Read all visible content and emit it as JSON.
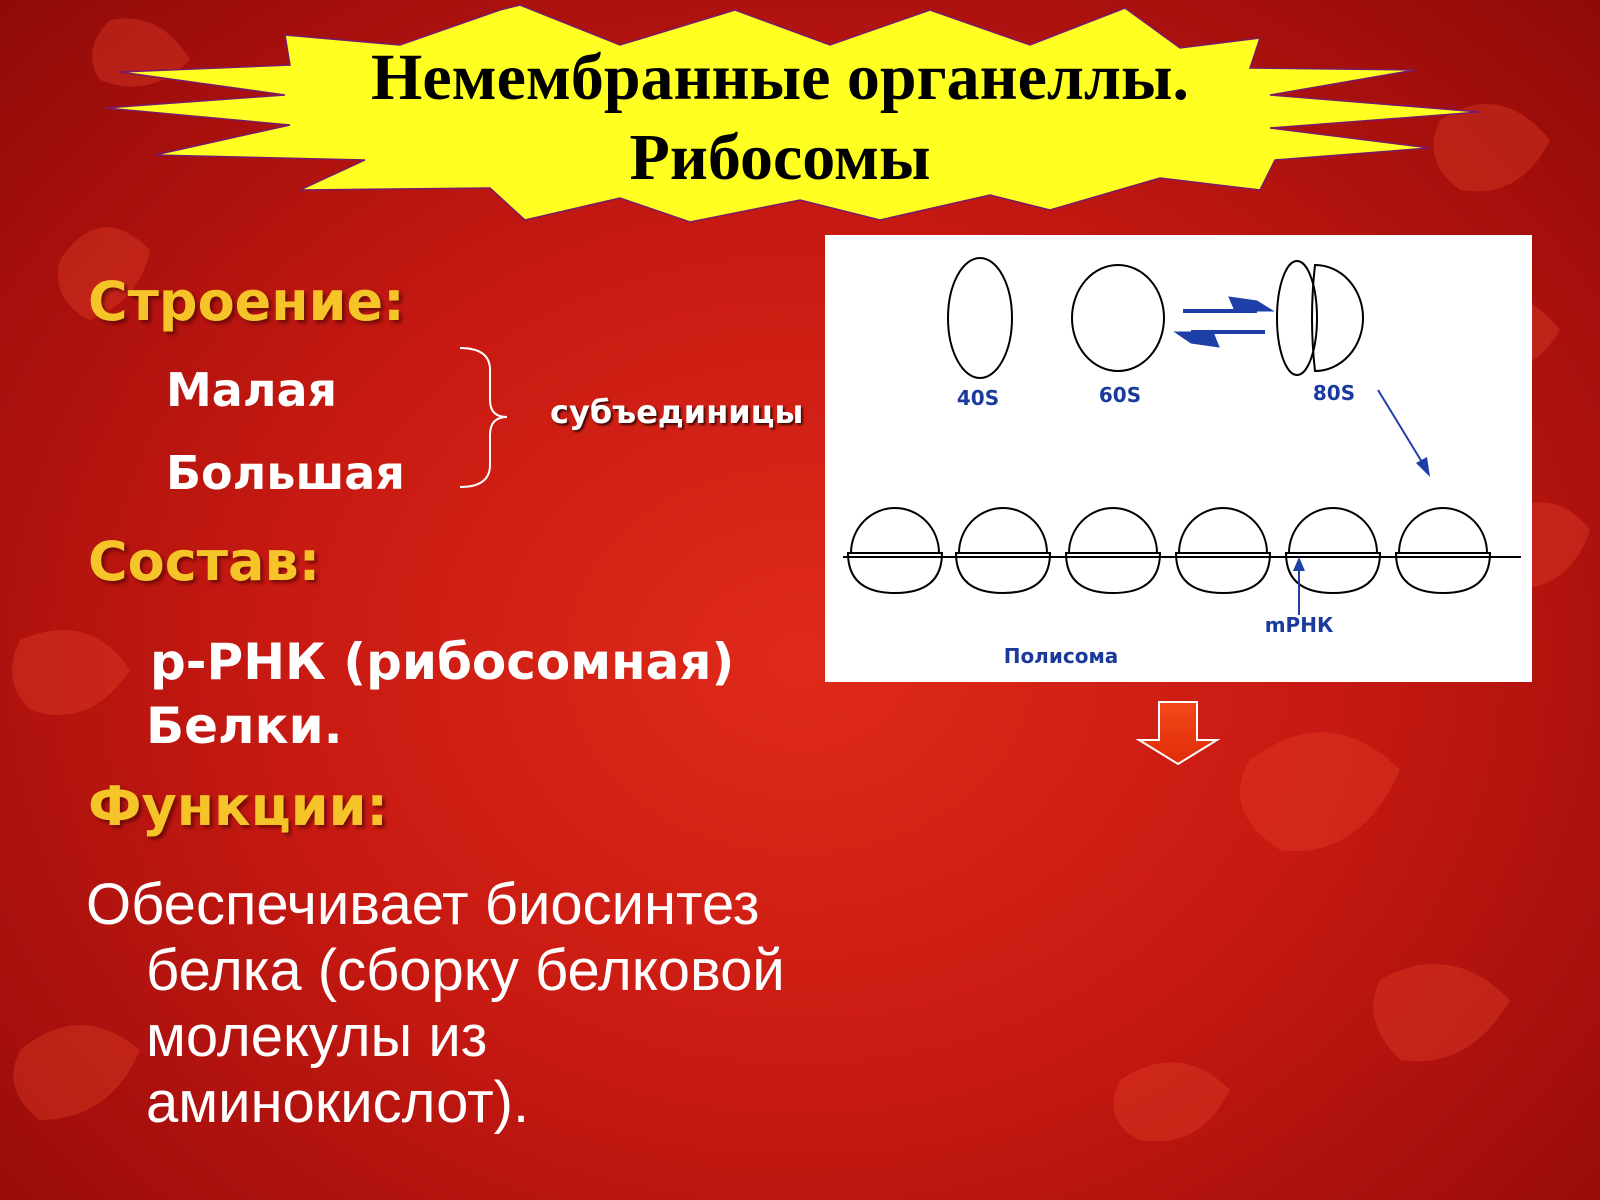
{
  "title": {
    "line1": "Немембранные органеллы.",
    "line2": "Рибосомы"
  },
  "structure": {
    "heading": "Строение:",
    "items": [
      "Малая",
      "Большая"
    ],
    "brace_label": "субъединицы"
  },
  "composition": {
    "heading": "Состав:",
    "items": [
      "р-РНК (рибосомная)",
      "Белки."
    ]
  },
  "functions": {
    "heading": "Функции:",
    "text_first": "Обеспечивает биосинтез",
    "text_rest": [
      "белка (сборку белковой",
      "молекулы из",
      "аминокислот)."
    ]
  },
  "diagram": {
    "labels": {
      "s40": "40S",
      "s60": "60S",
      "s80": "80S",
      "mrna": "mРНК",
      "polysome": "Полисома"
    },
    "colors": {
      "label": "#1a3a9c",
      "arrow": "#1f3fa8",
      "stroke": "#000000"
    }
  },
  "colors": {
    "background": "#c81a12",
    "heading": "#f5c428",
    "title_star": "#ffff22",
    "down_arrow": "#f04010"
  }
}
